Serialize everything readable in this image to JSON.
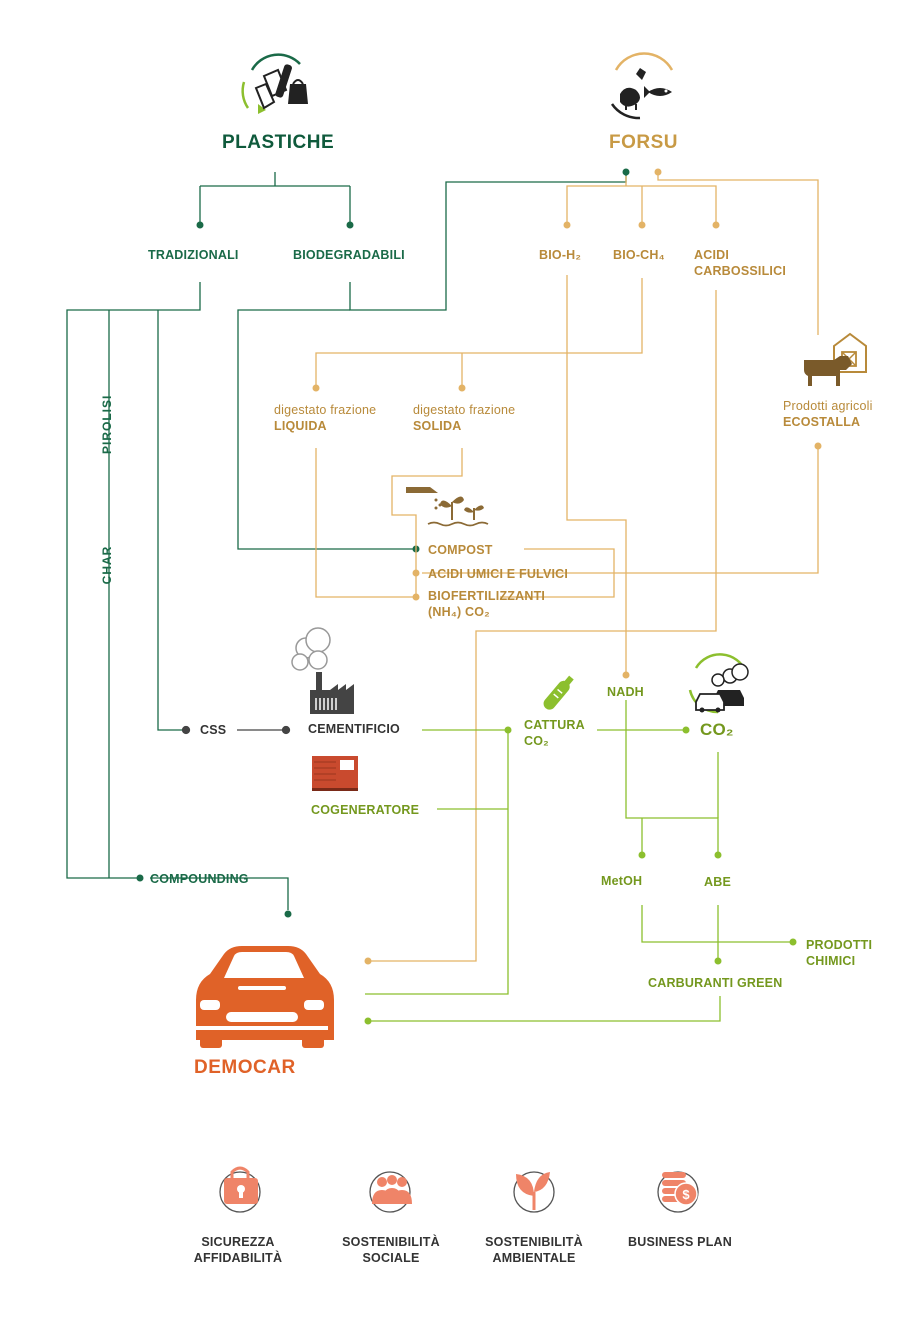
{
  "sources": {
    "plastiche": {
      "title": "PLASTICHE",
      "icon": "recycling-plastic-icon"
    },
    "forsu": {
      "title": "FORSU",
      "icon": "organic-waste-icon"
    }
  },
  "plastic_types": {
    "tradizionali": "TRADIZIONALI",
    "biodegradabili": "BIODEGRADABILI"
  },
  "processes": {
    "pirolisi": "PIROLISI",
    "char": "CHAR",
    "css": "CSS",
    "compounding": "COMPOUNDING"
  },
  "forsu_products": {
    "bio_h2": "BIO-H₂",
    "bio_ch4": "BIO-CH₄",
    "acidi_line1": "ACIDI",
    "acidi_line2": "CARBOSSILICI"
  },
  "digestato": {
    "liquida_line1": "digestato frazione",
    "liquida_line2": "LIQUIDA",
    "solida_line1": "digestato frazione",
    "solida_line2": "SOLIDA"
  },
  "agricoli": {
    "line1": "Prodotti agricoli",
    "line2": "ECOSTALLA",
    "icon": "cow-barn-icon"
  },
  "compost_group": {
    "compost": "COMPOST",
    "acidi_umici": "ACIDI UMICI E FULVICI",
    "biofert_line1": "BIOFERTILIZZANTI",
    "biofert_line2": "(NH₄) CO₂",
    "icon": "fertilizer-plant-icon"
  },
  "industry": {
    "cementificio": "CEMENTIFICIO",
    "cementificio_icon": "cement-factory-icon",
    "cogeneratore": "COGENERATORE",
    "cogeneratore_icon": "cogenerator-icon"
  },
  "capture": {
    "cattura_line1": "CATTURA",
    "cattura_line2": "CO₂",
    "cattura_icon": "gas-cylinder-icon",
    "nadh": "NADH",
    "co2": "CO₂",
    "co2_icon": "car-emissions-icon"
  },
  "fuels": {
    "metoh": "MetOH",
    "abe": "ABE",
    "prodotti_line1": "PRODOTTI",
    "prodotti_line2": "CHIMICI",
    "carburanti": "CARBURANTI GREEN"
  },
  "democar": {
    "title": "DEMOCAR",
    "icon": "car-icon"
  },
  "pillars": [
    {
      "line1": "SICUREZZA",
      "line2": "AFFIDABILITÀ",
      "icon": "lock-icon"
    },
    {
      "line1": "SOSTENIBILITÀ",
      "line2": "SOCIALE",
      "icon": "people-icon"
    },
    {
      "line1": "SOSTENIBILITÀ",
      "line2": "AMBIENTALE",
      "icon": "leaf-sprout-icon"
    },
    {
      "line1": "BUSINESS PLAN",
      "line2": "",
      "icon": "coins-icon"
    }
  ],
  "colors": {
    "plastic_green": "#1a6a48",
    "forsu_gold": "#e3b366",
    "olive_green": "#8cbf2e",
    "democar_orange": "#e06228",
    "pillar_salmon": "#ef8468"
  }
}
